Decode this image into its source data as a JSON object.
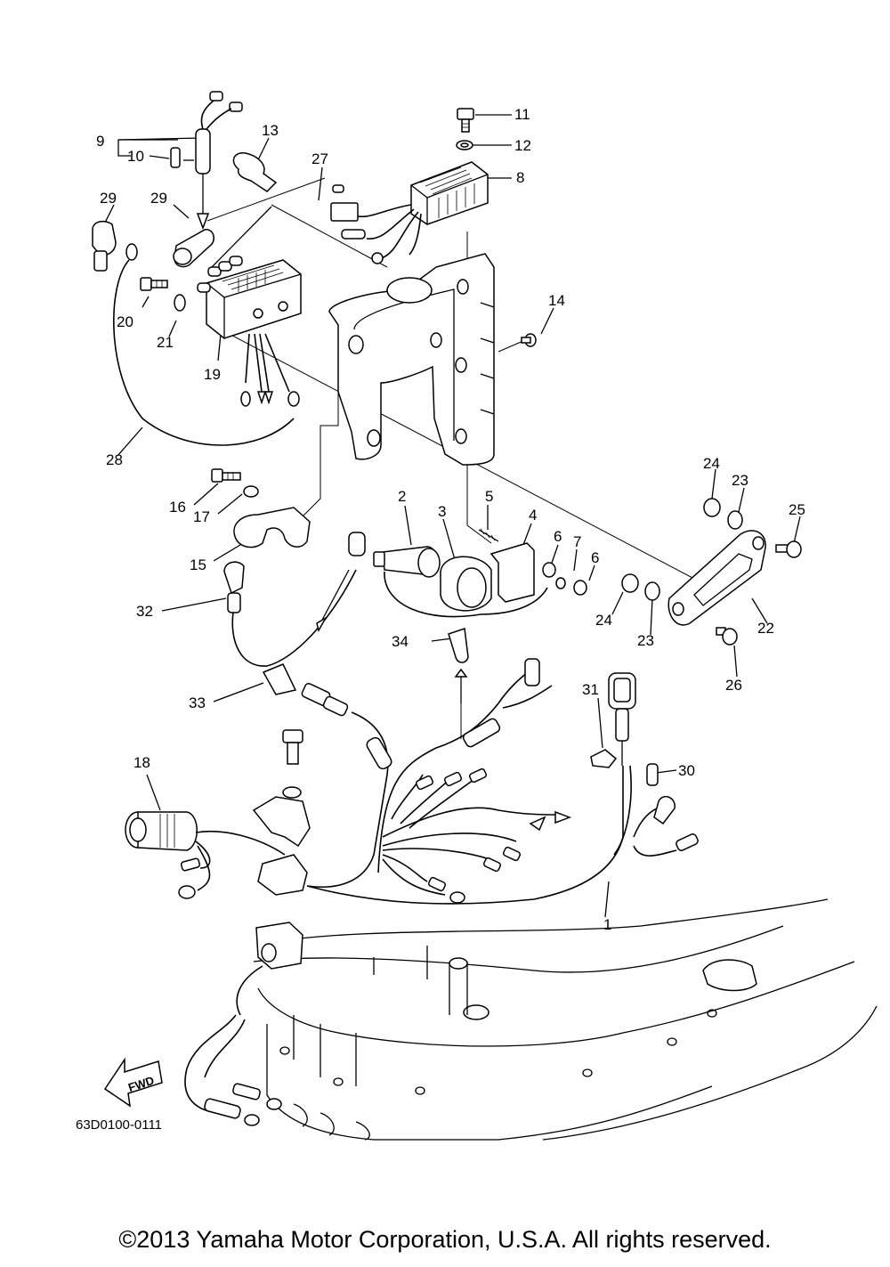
{
  "diagram": {
    "callouts": [
      {
        "id": "c1",
        "label": "1"
      },
      {
        "id": "c2",
        "label": "2"
      },
      {
        "id": "c3",
        "label": "3"
      },
      {
        "id": "c4",
        "label": "4"
      },
      {
        "id": "c5",
        "label": "5"
      },
      {
        "id": "c6a",
        "label": "6"
      },
      {
        "id": "c6b",
        "label": "6"
      },
      {
        "id": "c7",
        "label": "7"
      },
      {
        "id": "c8",
        "label": "8"
      },
      {
        "id": "c9",
        "label": "9"
      },
      {
        "id": "c10",
        "label": "10"
      },
      {
        "id": "c11",
        "label": "11"
      },
      {
        "id": "c12",
        "label": "12"
      },
      {
        "id": "c13",
        "label": "13"
      },
      {
        "id": "c14",
        "label": "14"
      },
      {
        "id": "c15",
        "label": "15"
      },
      {
        "id": "c16",
        "label": "16"
      },
      {
        "id": "c17",
        "label": "17"
      },
      {
        "id": "c18",
        "label": "18"
      },
      {
        "id": "c19",
        "label": "19"
      },
      {
        "id": "c20",
        "label": "20"
      },
      {
        "id": "c21",
        "label": "21"
      },
      {
        "id": "c22",
        "label": "22"
      },
      {
        "id": "c23a",
        "label": "23"
      },
      {
        "id": "c23b",
        "label": "23"
      },
      {
        "id": "c24a",
        "label": "24"
      },
      {
        "id": "c24b",
        "label": "24"
      },
      {
        "id": "c25",
        "label": "25"
      },
      {
        "id": "c26",
        "label": "26"
      },
      {
        "id": "c27",
        "label": "27"
      },
      {
        "id": "c28",
        "label": "28"
      },
      {
        "id": "c29a",
        "label": "29"
      },
      {
        "id": "c29b",
        "label": "29"
      },
      {
        "id": "c30",
        "label": "30"
      },
      {
        "id": "c31",
        "label": "31"
      },
      {
        "id": "c32",
        "label": "32"
      },
      {
        "id": "c33",
        "label": "33"
      },
      {
        "id": "c34",
        "label": "34"
      }
    ],
    "fwd_label": "FWD",
    "diagram_code": "63D0100-0111"
  },
  "footer": {
    "copyright": "©2013 Yamaha Motor Corporation, U.S.A. All rights reserved."
  }
}
